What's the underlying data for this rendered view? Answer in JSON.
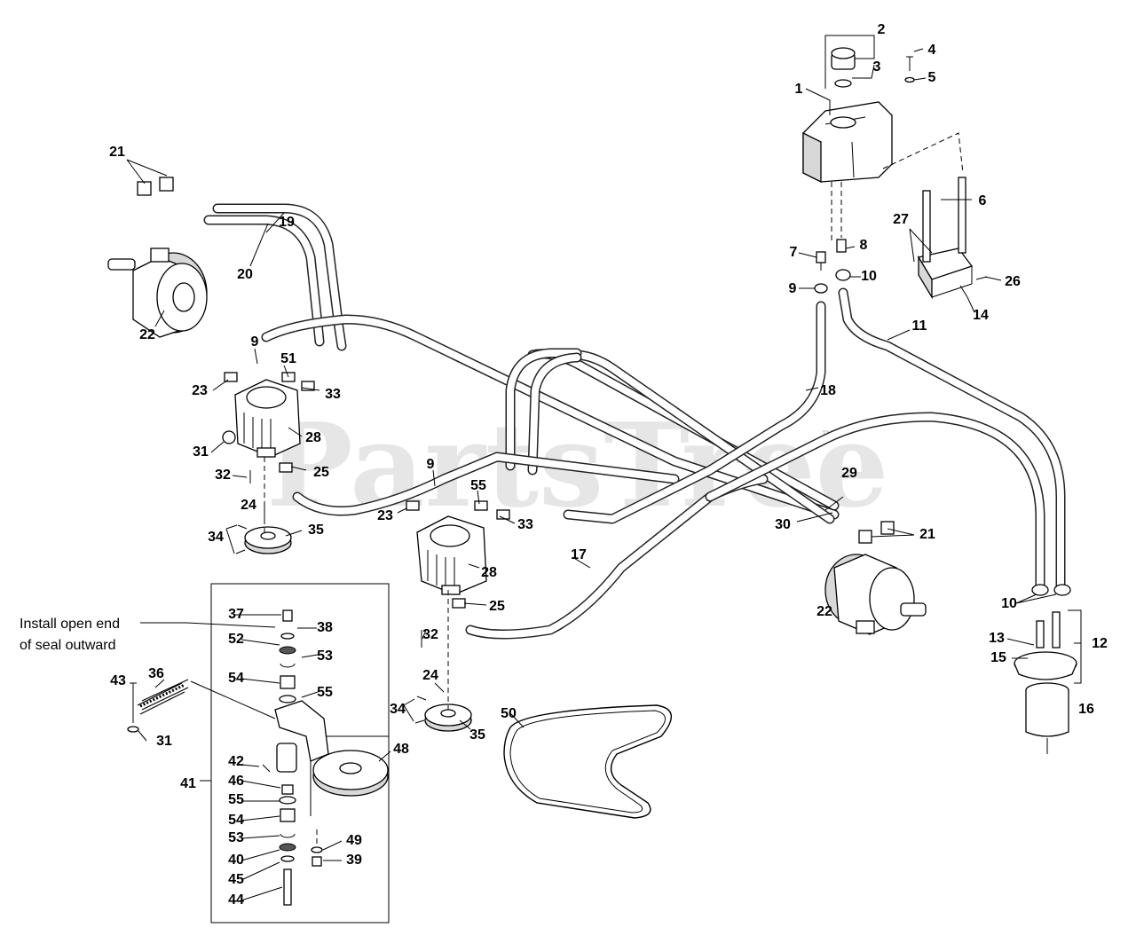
{
  "watermark": {
    "text": "PartsTree",
    "trademark": "™"
  },
  "note": {
    "line1": "Install open end",
    "line2": "of seal outward"
  },
  "callouts": [
    {
      "id": "c-2",
      "label": "2"
    },
    {
      "id": "c-3",
      "label": "3"
    },
    {
      "id": "c-4",
      "label": "4"
    },
    {
      "id": "c-5",
      "label": "5"
    },
    {
      "id": "c-1",
      "label": "1"
    },
    {
      "id": "c-6",
      "label": "6"
    },
    {
      "id": "c-27",
      "label": "27"
    },
    {
      "id": "c-26",
      "label": "26"
    },
    {
      "id": "c-14",
      "label": "14"
    },
    {
      "id": "c-7",
      "label": "7"
    },
    {
      "id": "c-8",
      "label": "8"
    },
    {
      "id": "c-9a",
      "label": "9"
    },
    {
      "id": "c-10a",
      "label": "10"
    },
    {
      "id": "c-11",
      "label": "11"
    },
    {
      "id": "c-18",
      "label": "18"
    },
    {
      "id": "c-29",
      "label": "29"
    },
    {
      "id": "c-30",
      "label": "30"
    },
    {
      "id": "c-21b",
      "label": "21"
    },
    {
      "id": "c-22b",
      "label": "22"
    },
    {
      "id": "c-10b",
      "label": "10"
    },
    {
      "id": "c-12",
      "label": "12"
    },
    {
      "id": "c-13",
      "label": "13"
    },
    {
      "id": "c-15",
      "label": "15"
    },
    {
      "id": "c-16",
      "label": "16"
    },
    {
      "id": "c-21a",
      "label": "21"
    },
    {
      "id": "c-19",
      "label": "19"
    },
    {
      "id": "c-20",
      "label": "20"
    },
    {
      "id": "c-22a",
      "label": "22"
    },
    {
      "id": "c-9b",
      "label": "9"
    },
    {
      "id": "c-51",
      "label": "51"
    },
    {
      "id": "c-23a",
      "label": "23"
    },
    {
      "id": "c-33a",
      "label": "33"
    },
    {
      "id": "c-31a",
      "label": "31"
    },
    {
      "id": "c-28a",
      "label": "28"
    },
    {
      "id": "c-25a",
      "label": "25"
    },
    {
      "id": "c-32a",
      "label": "32"
    },
    {
      "id": "c-24a",
      "label": "24"
    },
    {
      "id": "c-34a",
      "label": "34"
    },
    {
      "id": "c-35a",
      "label": "35"
    },
    {
      "id": "c-9c",
      "label": "9"
    },
    {
      "id": "c-55a",
      "label": "55"
    },
    {
      "id": "c-23b",
      "label": "23"
    },
    {
      "id": "c-33b",
      "label": "33"
    },
    {
      "id": "c-28b",
      "label": "28"
    },
    {
      "id": "c-25b",
      "label": "25"
    },
    {
      "id": "c-32b",
      "label": "32"
    },
    {
      "id": "c-17",
      "label": "17"
    },
    {
      "id": "c-24b",
      "label": "24"
    },
    {
      "id": "c-34b",
      "label": "34"
    },
    {
      "id": "c-35b",
      "label": "35"
    },
    {
      "id": "c-50",
      "label": "50"
    },
    {
      "id": "c-48",
      "label": "48"
    },
    {
      "id": "c-37",
      "label": "37"
    },
    {
      "id": "c-38",
      "label": "38"
    },
    {
      "id": "c-52",
      "label": "52"
    },
    {
      "id": "c-53a",
      "label": "53"
    },
    {
      "id": "c-54a",
      "label": "54"
    },
    {
      "id": "c-55b",
      "label": "55"
    },
    {
      "id": "c-43",
      "label": "43"
    },
    {
      "id": "c-36",
      "label": "36"
    },
    {
      "id": "c-31b",
      "label": "31"
    },
    {
      "id": "c-41",
      "label": "41"
    },
    {
      "id": "c-42",
      "label": "42"
    },
    {
      "id": "c-46",
      "label": "46"
    },
    {
      "id": "c-55c",
      "label": "55"
    },
    {
      "id": "c-54b",
      "label": "54"
    },
    {
      "id": "c-53b",
      "label": "53"
    },
    {
      "id": "c-40",
      "label": "40"
    },
    {
      "id": "c-45",
      "label": "45"
    },
    {
      "id": "c-44",
      "label": "44"
    },
    {
      "id": "c-49",
      "label": "49"
    },
    {
      "id": "c-39",
      "label": "39"
    }
  ]
}
